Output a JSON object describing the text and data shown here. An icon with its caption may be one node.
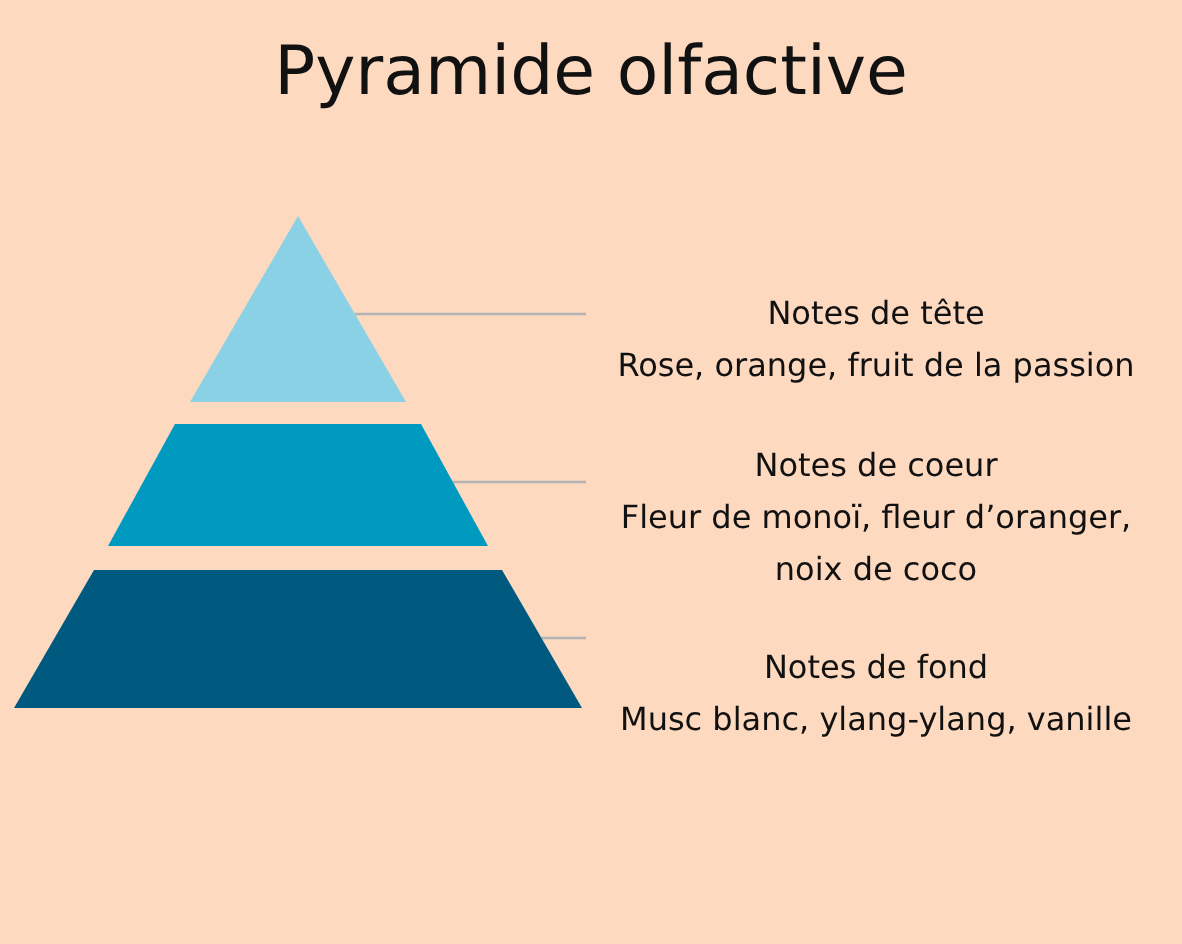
{
  "diagram": {
    "title": "Pyramide olfactive",
    "nodes": [
      {
        "text": [],
        "shape": "triangle"
      },
      {
        "text": [],
        "shape": "trapezoid"
      },
      {
        "text": [],
        "shape": "trapezoid"
      },
      {
        "text": [
          "Notes de tête",
          "Rose, orange, fruit de la passion"
        ]
      },
      {
        "text": [
          "Notes de coeur",
          "Fleur de monoï, fleur d’oranger, noix de coco"
        ]
      },
      {
        "text": [
          "Notes de fond",
          "Musc blanc, ylang-ylang, vanille"
        ]
      }
    ],
    "edges": [
      {
        "from": 3,
        "to": 0,
        "arrow": "none"
      },
      {
        "from": 4,
        "to": 1,
        "arrow": "none"
      },
      {
        "from": 5,
        "to": 2,
        "arrow": "none"
      }
    ]
  }
}
